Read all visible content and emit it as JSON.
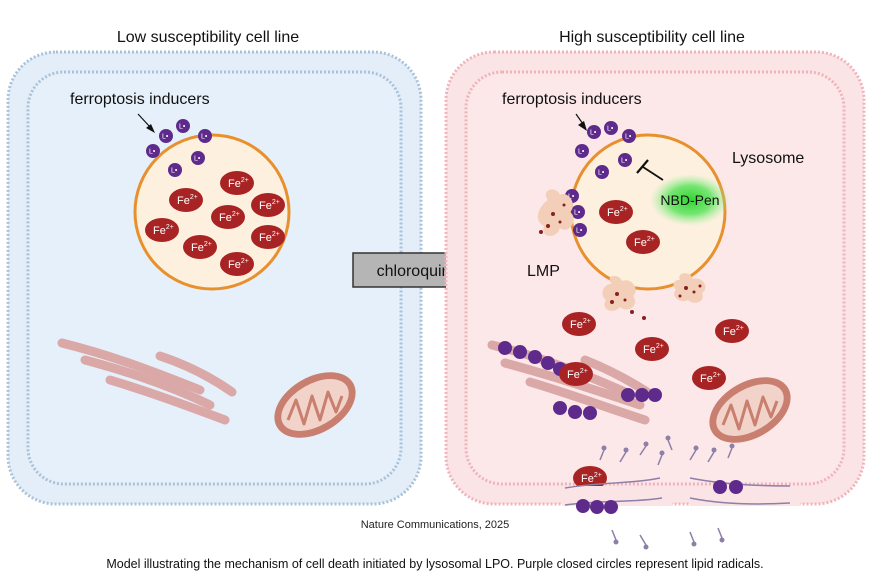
{
  "panels": {
    "left_title": "Low susceptibility cell line",
    "right_title": "High susceptibility cell line"
  },
  "labels": {
    "inducers_left": "ferroptosis inducers",
    "inducers_right": "ferroptosis inducers",
    "treatment": "chloroquine",
    "lysosome": "Lysosome",
    "inhibitor": "NBD-Pen",
    "lmp": "LMP",
    "iron": "Fe",
    "iron_charge": "2+",
    "lipid_radical": "L•"
  },
  "source": "Nature Communications, 2025",
  "caption": "Model illustrating the mechanism of cell death initiated by lysosomal LPO. Purple closed circles represent lipid radicals.",
  "colors": {
    "left_cell_fill": "#e3eef9",
    "left_cell_border": "#a9c2d9",
    "right_cell_fill": "#fbe4e6",
    "right_cell_border": "#f0b3ba",
    "lysosome_fill": "#fdf0de",
    "lysosome_border": "#e8902e",
    "iron": "#a82424",
    "lipid_radical": "#5e2b8c",
    "inhibitor_glow": "#35d335",
    "arrow_fill": "#b5b5b5",
    "golgi": "#dba8a8",
    "mitochondria": "#c97f6f"
  }
}
